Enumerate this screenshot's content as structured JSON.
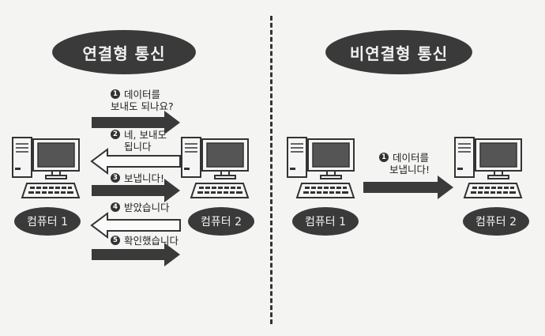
{
  "left": {
    "title": "연결형 통신",
    "pc1_label": "컴퓨터 1",
    "pc2_label": "컴퓨터 2",
    "steps": [
      {
        "num": "1",
        "lines": [
          "데이터를",
          "보내도 되나요?"
        ]
      },
      {
        "num": "2",
        "lines": [
          "네, 보내도",
          "됩니다"
        ]
      },
      {
        "num": "3",
        "lines": [
          "보냅니다!"
        ]
      },
      {
        "num": "4",
        "lines": [
          "받았습니다"
        ]
      },
      {
        "num": "5",
        "lines": [
          "확인했습니다"
        ]
      }
    ]
  },
  "right": {
    "title": "비연결형 통신",
    "pc1_label": "컴퓨터 1",
    "pc2_label": "컴퓨터 2",
    "steps": [
      {
        "num": "1",
        "lines": [
          "데이터를",
          "보냅니다!"
        ]
      }
    ]
  },
  "icons": [
    "computer-icon",
    "keyboard-icon",
    "arrow-right-icon",
    "arrow-left-icon"
  ]
}
